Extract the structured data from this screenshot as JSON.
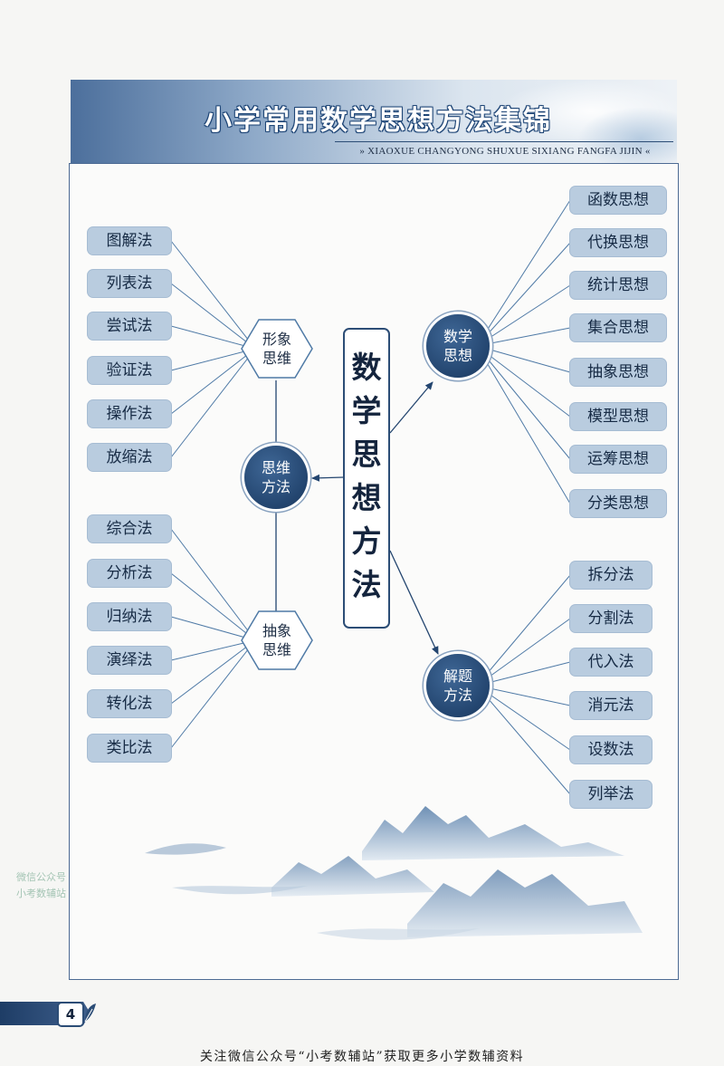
{
  "banner": {
    "title": "小学常用数学思想方法集锦",
    "subtitle": "» XIAOXUE CHANGYONG SHUXUE SIXIANG FANGFA JIJIN «"
  },
  "diagram": {
    "center": "数\n学\n思\n想\n方\n法",
    "hubs": {
      "thinking_methods": "思维\n方法",
      "math_ideas": "数学\n思想",
      "problem_methods": "解题\n方法"
    },
    "subhubs": {
      "imagery_thinking": "形象\n思维",
      "abstract_thinking": "抽象\n思维"
    },
    "imagery_methods": [
      "图解法",
      "列表法",
      "尝试法",
      "验证法",
      "操作法",
      "放缩法"
    ],
    "abstract_methods": [
      "综合法",
      "分析法",
      "归纳法",
      "演绎法",
      "转化法",
      "类比法"
    ],
    "math_ideas": [
      "函数思想",
      "代换思想",
      "统计思想",
      "集合思想",
      "抽象思想",
      "模型思想",
      "运筹思想",
      "分类思想"
    ],
    "problem_methods": [
      "拆分法",
      "分割法",
      "代入法",
      "消元法",
      "设数法",
      "列举法"
    ]
  },
  "watermark": {
    "line1": "微信公众号",
    "line2": "小考数辅站"
  },
  "page_number": "4",
  "footer": "关注微信公众号“小考数辅站”获取更多小学数辅资料",
  "colors": {
    "navy": "#23456f",
    "tag_fill": "#b9ccdf",
    "line": "#4f7aa6"
  }
}
